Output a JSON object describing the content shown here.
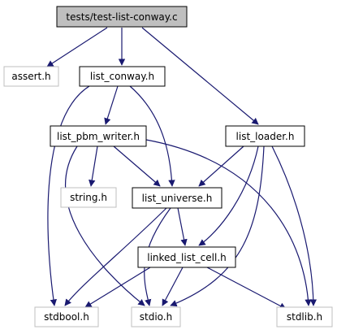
{
  "graph": {
    "nodes": {
      "root": {
        "label": "tests/test-list-conway.c"
      },
      "assert_h": {
        "label": "assert.h"
      },
      "list_conway_h": {
        "label": "list_conway.h"
      },
      "list_loader_h": {
        "label": "list_loader.h"
      },
      "list_pbm_writer_h": {
        "label": "list_pbm_writer.h"
      },
      "string_h": {
        "label": "string.h"
      },
      "list_universe_h": {
        "label": "list_universe.h"
      },
      "linked_list_cell_h": {
        "label": "linked_list_cell.h"
      },
      "stdbool_h": {
        "label": "stdbool.h"
      },
      "stdio_h": {
        "label": "stdio.h"
      },
      "stdlib_h": {
        "label": "stdlib.h"
      }
    },
    "colors": {
      "edge": "#191970",
      "root_fill": "#bfbfbf",
      "node_border": "#000000",
      "external_border": "#bfbfbf"
    }
  }
}
